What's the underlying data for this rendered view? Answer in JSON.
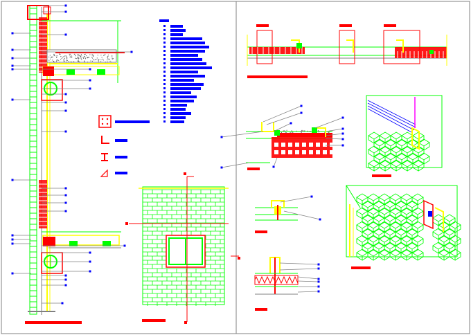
{
  "drawing": {
    "background": "#ffffff",
    "colors": {
      "red": "#ff0000",
      "green": "#00ff00",
      "yellow": "#ffff00",
      "blue": "#0000ff",
      "gray": "#808080",
      "magenta": "#ff00ff",
      "dark": "#000000"
    },
    "panels": [
      {
        "id": "wall-section-elevation"
      },
      {
        "id": "brick-facade-window-elevation"
      },
      {
        "id": "lintel-plan-details"
      },
      {
        "id": "sill-section-detail"
      },
      {
        "id": "isometric-cornice-detail"
      },
      {
        "id": "isometric-window-reveal-detail"
      },
      {
        "id": "anchor-detail"
      },
      {
        "id": "base-insulation-detail"
      }
    ],
    "legend_symbols": [
      "box-with-dots-symbol",
      "angle-profile-symbol",
      "i-beam-symbol",
      "triangle-symbol"
    ]
  }
}
